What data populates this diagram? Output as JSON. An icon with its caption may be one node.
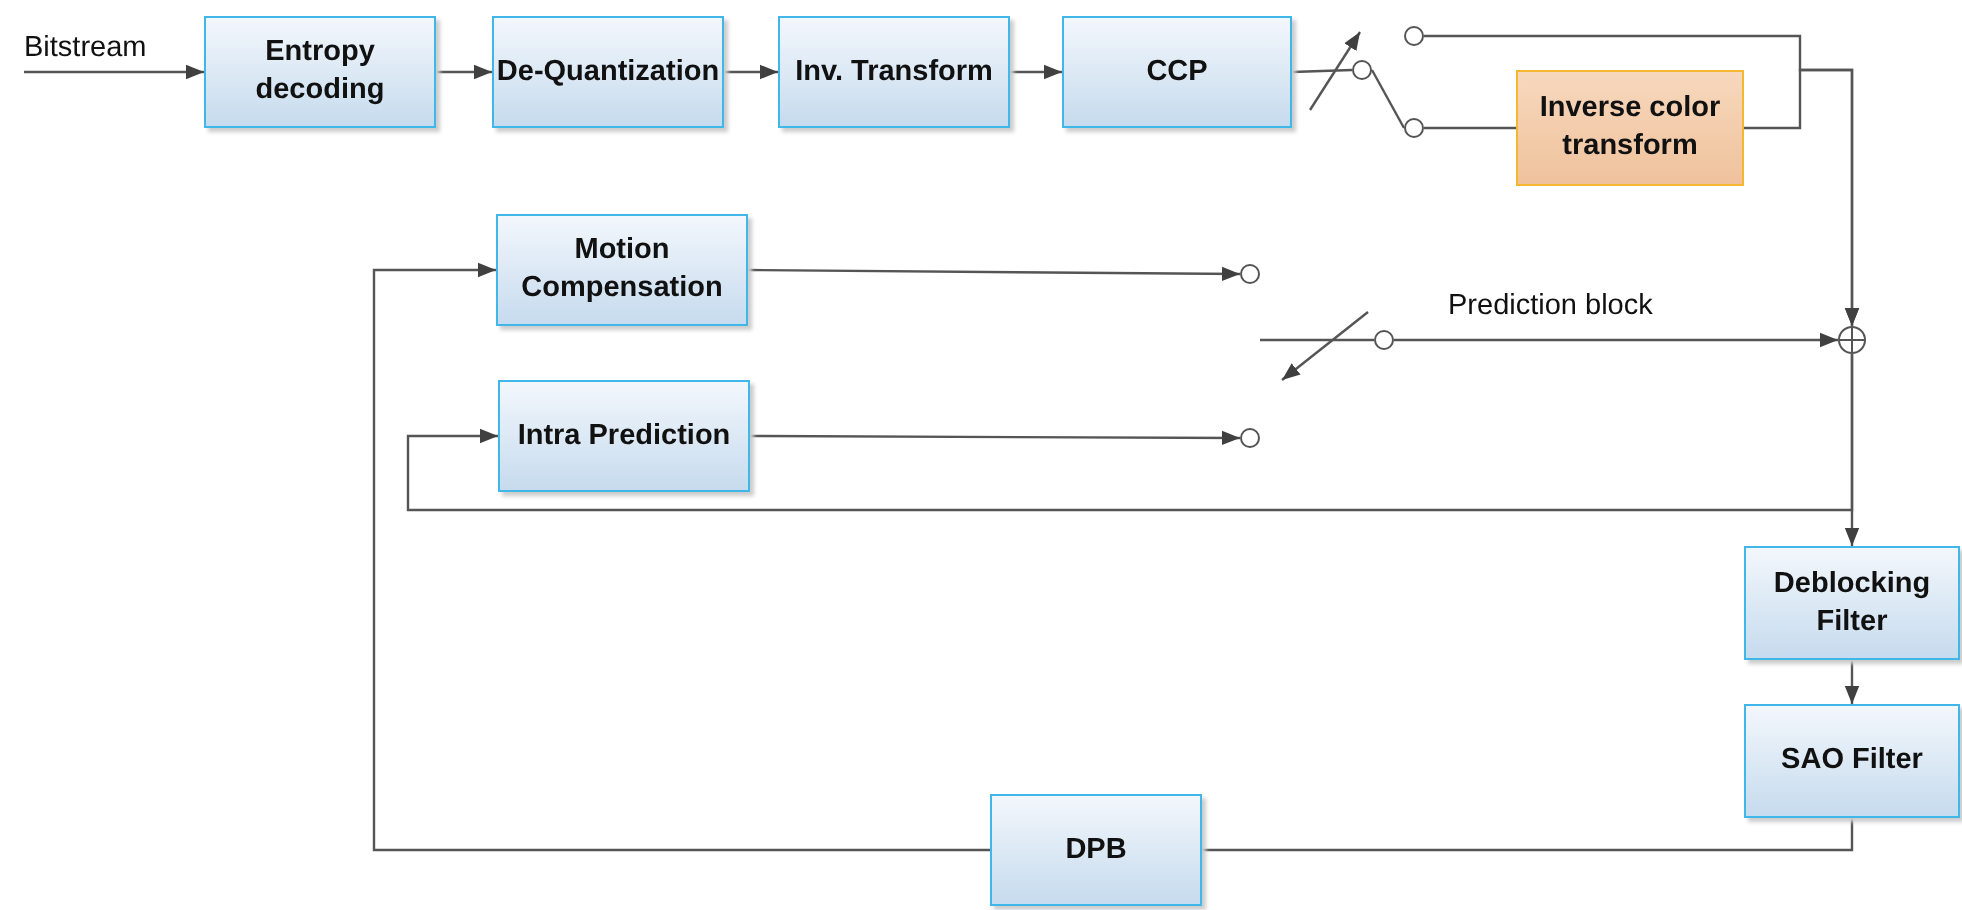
{
  "diagram": {
    "nodes": [
      {
        "text": [
          "Bitstream"
        ]
      },
      {
        "text": [
          "Entropy decoding"
        ]
      },
      {
        "text": [
          "De-Quantization"
        ]
      },
      {
        "text": [
          "Inv. Transform"
        ]
      },
      {
        "text": [
          "CCP"
        ]
      },
      {
        "text": [
          "Inverse color transform"
        ]
      },
      {
        "text": [
          "Motion Compensation"
        ]
      },
      {
        "text": [
          "Intra Prediction"
        ]
      },
      {
        "text": [
          "Deblocking Filter"
        ]
      },
      {
        "text": [
          "SAO Filter"
        ]
      },
      {
        "text": [
          "DPB"
        ]
      },
      {
        "text": [],
        "shape": "circle"
      },
      {
        "text": [],
        "shape": "circle"
      },
      {
        "text": [],
        "shape": "circle"
      },
      {
        "text": [],
        "shape": "circle"
      },
      {
        "text": [],
        "shape": "circle"
      },
      {
        "text": [],
        "shape": "circle"
      },
      {
        "text": [],
        "shape": "circle"
      }
    ],
    "edges": [
      {
        "from": 0,
        "to": 1,
        "arrow": "to"
      },
      {
        "from": 1,
        "to": 2,
        "arrow": "to"
      },
      {
        "from": 2,
        "to": 3,
        "arrow": "to"
      },
      {
        "from": 3,
        "to": 4,
        "arrow": "to"
      },
      {
        "from": 4,
        "to": 12,
        "arrow": "none"
      },
      {
        "from": 12,
        "to": 14,
        "arrow": "none"
      },
      {
        "from": 14,
        "to": 5,
        "arrow": "none"
      },
      {
        "from": 13,
        "to": 11,
        "arrow": "to"
      },
      {
        "from": 5,
        "to": 11,
        "arrow": "to"
      },
      {
        "from": 6,
        "to": 15,
        "arrow": "to"
      },
      {
        "from": 7,
        "to": 16,
        "arrow": "to"
      },
      {
        "from": null,
        "to": 17,
        "arrow": "none"
      },
      {
        "from": 17,
        "to": 11,
        "label": "Prediction block",
        "arrow": "to"
      },
      {
        "from": 11,
        "to": 8,
        "arrow": "to"
      },
      {
        "from": 11,
        "to": 7,
        "arrow": "to"
      },
      {
        "from": 8,
        "to": 9,
        "arrow": "to"
      },
      {
        "from": 9,
        "to": 10,
        "arrow": "none"
      },
      {
        "from": 10,
        "to": 6,
        "arrow": "to"
      }
    ]
  }
}
